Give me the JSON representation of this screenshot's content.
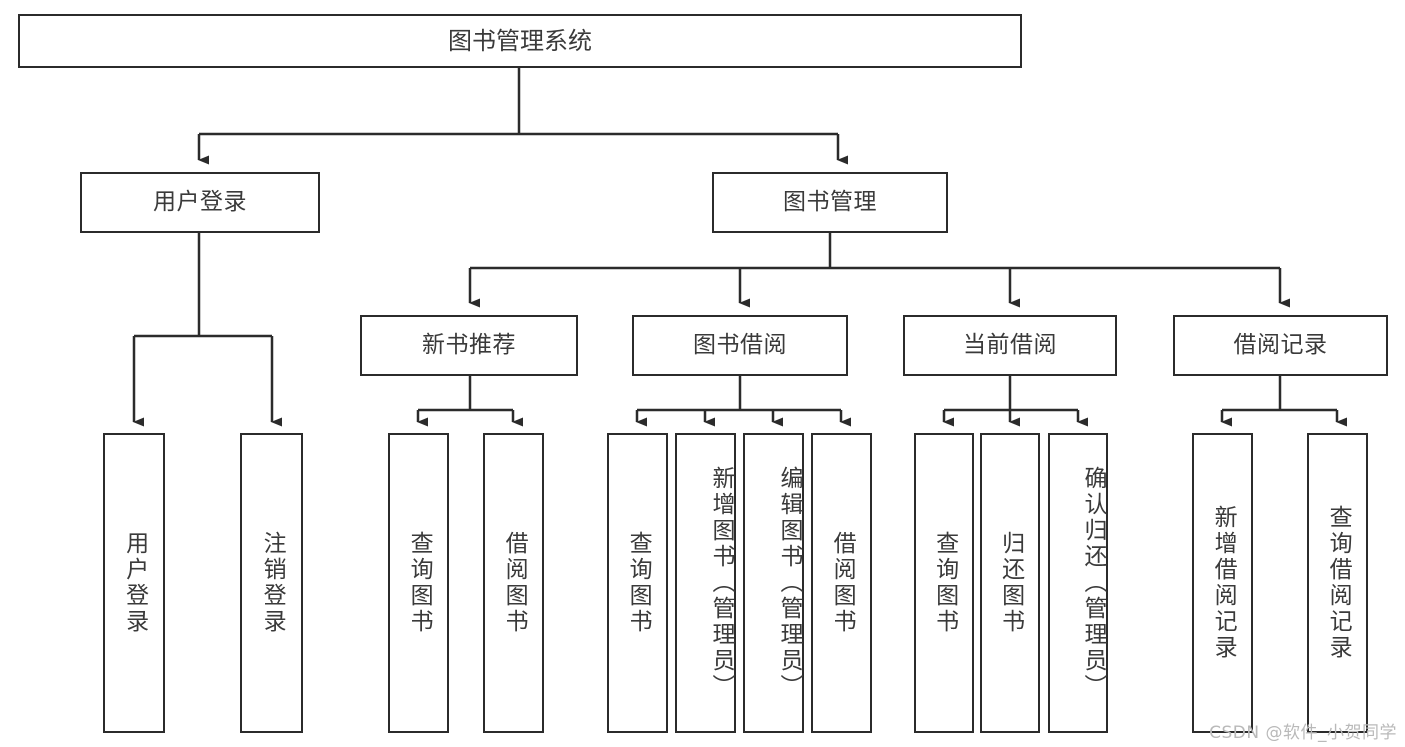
{
  "diagram": {
    "title": "图书管理系统",
    "watermark": "CSDN @软件_小贺同学",
    "colors": {
      "stroke": "#2b2b2b",
      "text": "#3a3a3a",
      "background": "#ffffff",
      "watermark": "#b9b9b9"
    },
    "levels": {
      "root": {
        "label": "图书管理系统"
      },
      "level2": [
        {
          "label": "用户登录"
        },
        {
          "label": "图书管理"
        }
      ],
      "level3": [
        {
          "label": "新书推荐"
        },
        {
          "label": "图书借阅"
        },
        {
          "label": "当前借阅"
        },
        {
          "label": "借阅记录"
        }
      ],
      "leaves": {
        "user_login": [
          {
            "label": "用户登录"
          },
          {
            "label": "注销登录"
          }
        ],
        "new_book_recommend": [
          {
            "label": "查询图书"
          },
          {
            "label": "借阅图书"
          }
        ],
        "book_borrow": [
          {
            "label": "查询图书"
          },
          {
            "label": "新增图书（管理员）"
          },
          {
            "label": "编辑图书（管理员）"
          },
          {
            "label": "借阅图书"
          }
        ],
        "current_borrow": [
          {
            "label": "查询图书"
          },
          {
            "label": "归还图书"
          },
          {
            "label": "确认归还（管理员）"
          }
        ],
        "borrow_record": [
          {
            "label": "新增借阅记录"
          },
          {
            "label": "查询借阅记录"
          }
        ]
      }
    }
  }
}
